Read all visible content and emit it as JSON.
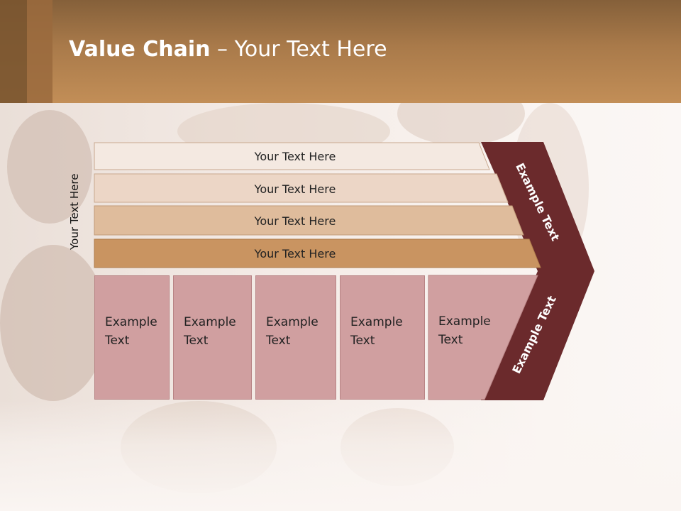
{
  "title": {
    "bold": "Value Chain",
    "rest": " – Your Text Here"
  },
  "vertical_label": "Your Text Here",
  "bands": [
    {
      "label": "Your Text Here",
      "color": "#f4e9e1"
    },
    {
      "label": "Your Text Here",
      "color": "#ecd6c6"
    },
    {
      "label": "Your Text Here",
      "color": "#dfbc9c"
    },
    {
      "label": "Your Text Here",
      "color": "#c99461"
    }
  ],
  "boxes": [
    {
      "line1": "Example",
      "line2": "Text"
    },
    {
      "line1": "Example",
      "line2": "Text"
    },
    {
      "line1": "Example",
      "line2": "Text"
    },
    {
      "line1": "Example",
      "line2": "Text"
    },
    {
      "line1": "Example",
      "line2": "Text"
    }
  ],
  "chevron": {
    "upper_label": "Example Text",
    "lower_label": "Example Text",
    "color": "#6b2a2c"
  },
  "colors": {
    "header": "#a97a4a",
    "box": "#d09fa0",
    "box_border": "#b88485"
  }
}
